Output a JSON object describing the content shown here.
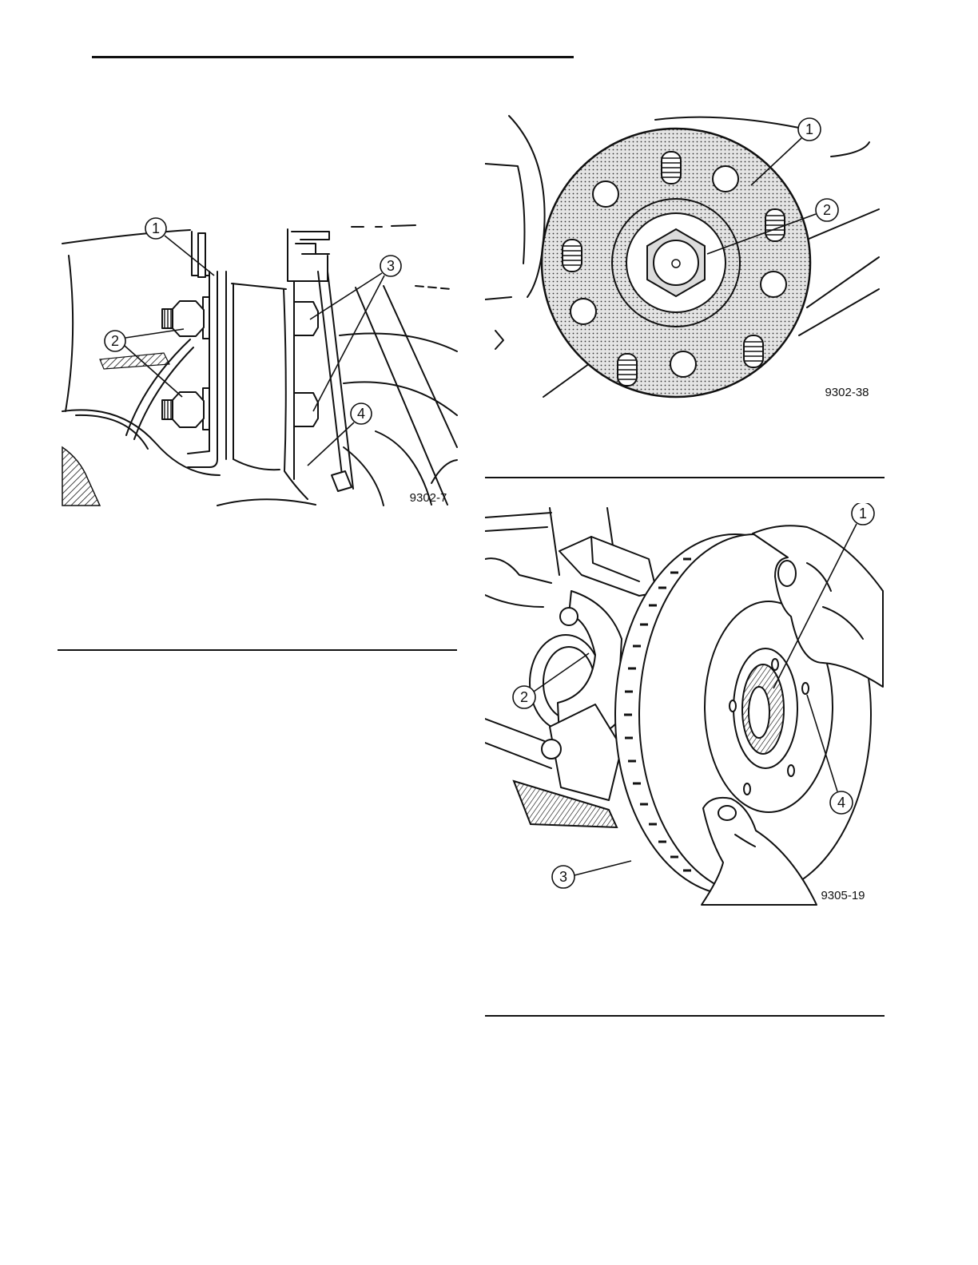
{
  "figures": [
    {
      "code": "9302-7",
      "callouts": [
        "1",
        "2",
        "3",
        "4"
      ]
    },
    {
      "code": "9302-38",
      "callouts": [
        "1",
        "2"
      ]
    },
    {
      "code": "9305-19",
      "callouts": [
        "1",
        "2",
        "3",
        "4"
      ]
    }
  ]
}
